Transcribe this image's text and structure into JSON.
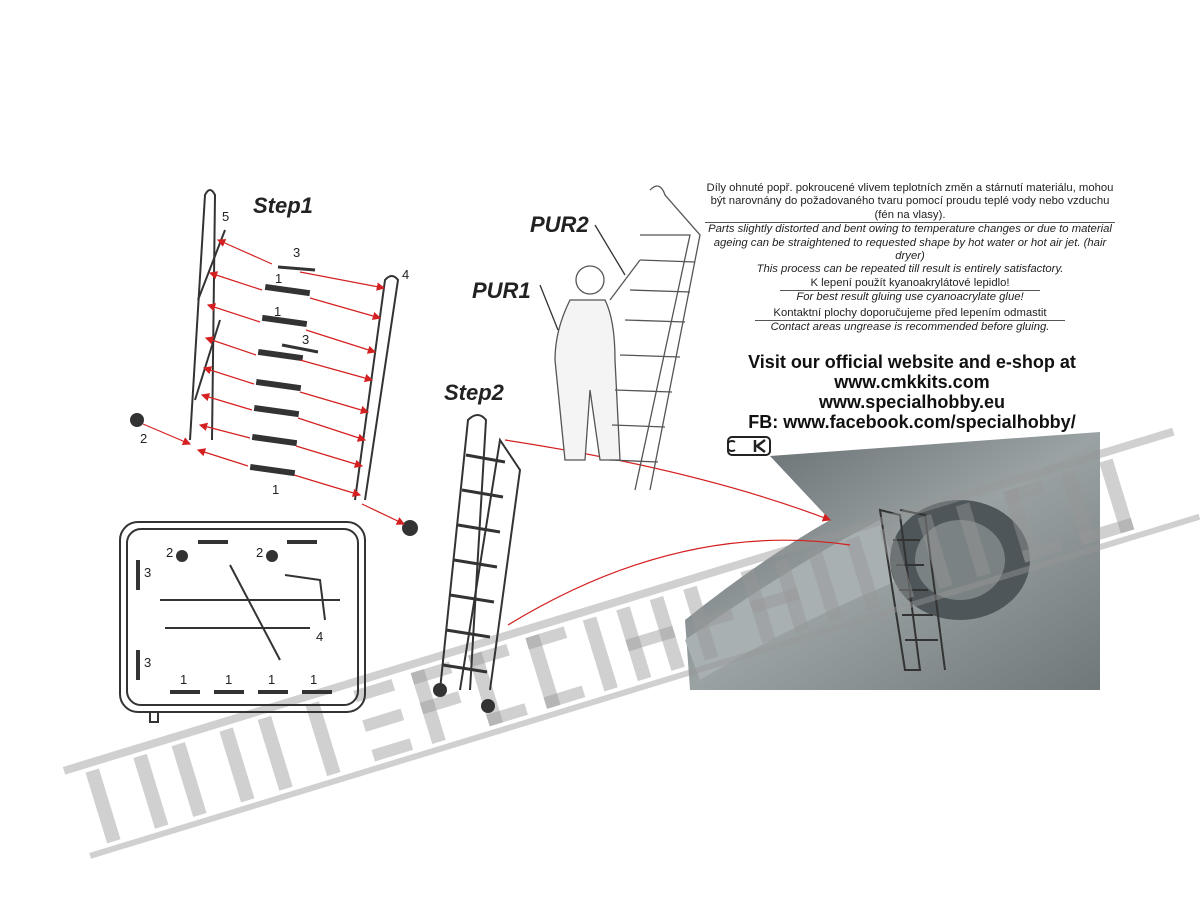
{
  "steps": {
    "step1": "Step1",
    "step2": "Step2"
  },
  "parts": {
    "pur1": "PUR1",
    "pur2": "PUR2"
  },
  "part_numbers": {
    "p1": "1",
    "p2": "2",
    "p3": "3",
    "p4": "4",
    "p5": "5"
  },
  "notes": {
    "cz_1": "Díly ohnuté popř. pokroucené vlivem teplotních změn a stárnutí materiálu, mohou být narovnány do požadovaného tvaru pomocí proudu teplé vody nebo vzduchu (fén na vlasy).",
    "en_1": "Parts slightly distorted and bent owing to temperature changes or due to material ageing can be straightened to requested shape by hot water or hot  air jet. (hair dryer)",
    "en_2": "This process can be repeated till result is entirely satisfactory.",
    "cz_2": "K lepení použít kyanoakrylátové lepidlo!",
    "en_3": "For best result gluing use cyanoacrylate glue!",
    "cz_3": "Kontaktní plochy doporučujeme před lepením odmastit",
    "en_4": "Contact areas ungrease is recommended before gluing."
  },
  "web": {
    "visit": "Visit our official website and e-shop at",
    "site1": "www.cmkkits.com",
    "site2": "www.specialhobby.eu",
    "fb": "FB: www.facebook.com/specialhobby/"
  },
  "logo": "CMK",
  "watermark": "WWW.SPECIALHOBBY.EU",
  "colors": {
    "arrow": "#d42020",
    "line": "#333333",
    "photo": "#8c9496"
  }
}
